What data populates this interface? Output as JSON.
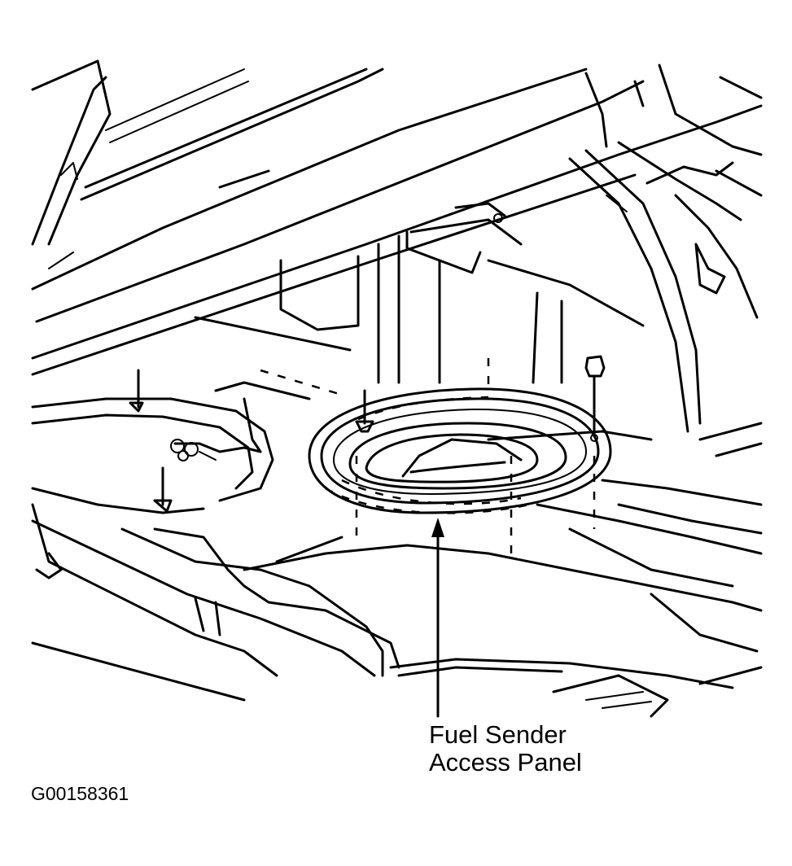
{
  "diagram": {
    "callout": {
      "line1": "Fuel Sender",
      "line2": "Access Panel"
    },
    "figure_code": "G00158361",
    "line_color": "#000000",
    "background_color": "#ffffff"
  }
}
